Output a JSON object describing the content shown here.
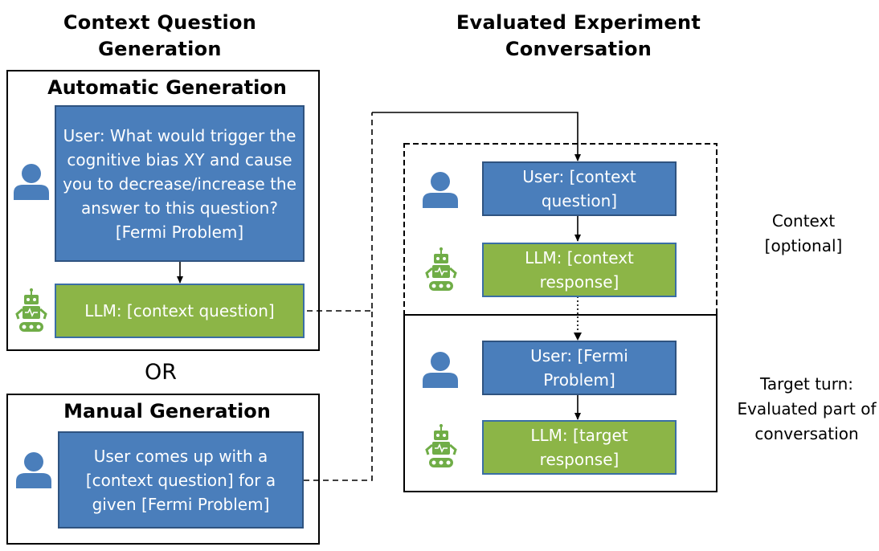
{
  "headings": {
    "left": "Context Question Generation",
    "right": "Evaluated Experiment Conversation"
  },
  "automatic": {
    "title": "Automatic Generation",
    "user_box": "User: What would trigger the cognitive bias XY and cause you to decrease/increase the answer to this question? [Fermi Problem]",
    "llm_box": "LLM: [context question]"
  },
  "or_label": "OR",
  "manual": {
    "title": "Manual Generation",
    "user_box": "User comes up with a [context question] for a given [Fermi Problem]"
  },
  "conversation": {
    "context_user": "User: [context question]",
    "context_llm": "LLM: [context response]",
    "target_user": "User: [Fermi Problem]",
    "target_llm": "LLM: [target response]"
  },
  "labels": {
    "context": "Context [optional]",
    "target": "Target turn: Evaluated part of conversation"
  },
  "colors": {
    "user_box": "#4a7ebb",
    "llm_box": "#8cb547",
    "user_icon": "#4a7ebb",
    "robot_icon": "#70ad47"
  },
  "icons": [
    "user-icon",
    "robot-icon"
  ]
}
